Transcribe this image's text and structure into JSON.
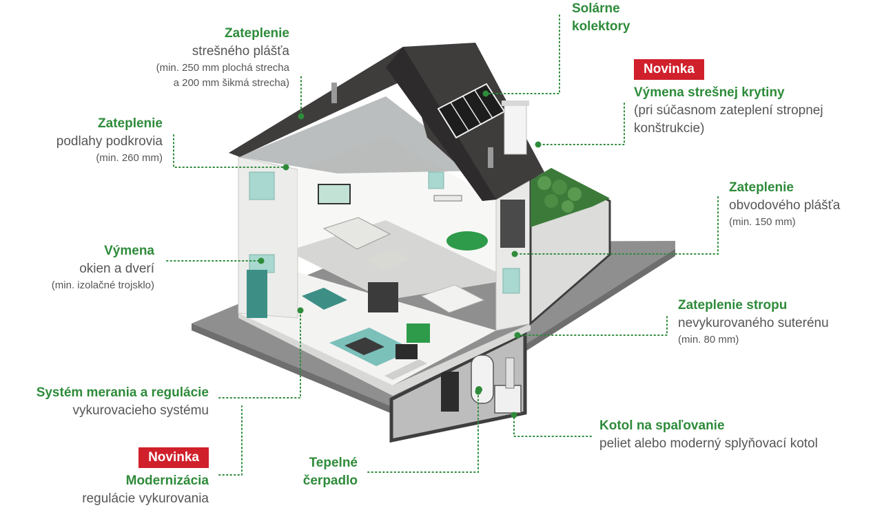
{
  "labels": {
    "roof": {
      "title": "Zateplenie",
      "subtitle": "strešného plášťa",
      "note1": "(min. 250 mm plochá strecha",
      "note2": "a 200 mm šikmá strecha)"
    },
    "attic": {
      "title": "Zateplenie",
      "subtitle": "podlahy podkrovia",
      "note": "(min. 260 mm)"
    },
    "windows": {
      "title": "Výmena",
      "subtitle": "okien a dverí",
      "note": "(min. izolačné trojsklo)"
    },
    "metering": {
      "title": "Systém merania a regulácie",
      "subtitle": "vykurovacieho systému"
    },
    "modern": {
      "badge": "Novinka",
      "title": "Modernizácia",
      "subtitle": "regulácie vykurovania"
    },
    "heatpump": {
      "title1": "Tepelné",
      "title2": "čerpadlo"
    },
    "boiler": {
      "title": "Kotol na spaľovanie",
      "subtitle": "peliet alebo moderný splyňovací kotol"
    },
    "basement": {
      "title": "Zateplenie stropu",
      "subtitle": "nevykurovaného suterénu",
      "note": "(min. 80 mm)"
    },
    "facade": {
      "title": "Zateplenie",
      "subtitle": "obvodového plášťa",
      "note": "(min. 150 mm)"
    },
    "roofing": {
      "badge": "Novinka",
      "title": "Výmena strešnej krytiny",
      "subtitle1": "(pri súčasnom zateplení stropnej",
      "subtitle2": "konštrukcie)"
    },
    "solar": {
      "title1": "Solárne",
      "title2": "kolektory"
    }
  },
  "colors": {
    "accent": "#2e8b3a",
    "badge": "#d0202b",
    "roof": "#3f3c3c",
    "wall": "#e9e9e7",
    "ground": "#8f8f8f"
  }
}
